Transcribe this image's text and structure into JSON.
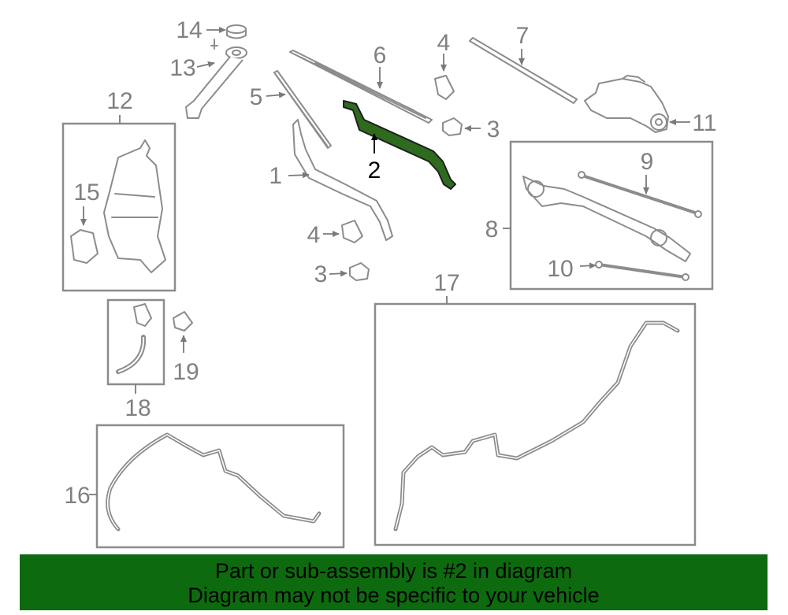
{
  "colors": {
    "banner_bg": "#0e6a0e",
    "highlight": "#2e6b1f",
    "line": "#8c8c8c"
  },
  "highlighted_part": "2",
  "callouts": {
    "c1": "1",
    "c2": "2",
    "c3a": "3",
    "c3b": "3",
    "c4a": "4",
    "c4b": "4",
    "c5": "5",
    "c6": "6",
    "c7": "7",
    "c8": "8",
    "c9": "9",
    "c10": "10",
    "c11": "11",
    "c12": "12",
    "c13": "13",
    "c14": "14",
    "c15": "15",
    "c16": "16",
    "c17": "17",
    "c18": "18",
    "c19": "19"
  },
  "banner": {
    "line1": "Part or sub-assembly is #2 in diagram",
    "line2": "Diagram may not be specific to your vehicle"
  }
}
